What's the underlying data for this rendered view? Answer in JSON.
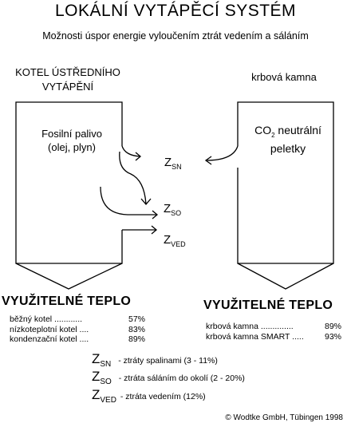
{
  "title": "LOKÁLNÍ VYTÁPĚCÍ SYSTÉM",
  "subtitle": "Možnosti úspor energie vyloučením ztrát vedením a sáláním",
  "left": {
    "header_line1": "KOTEL ÚSTŘEDNÍHO",
    "header_line2": "VYTÁPĚNÍ",
    "fuel_line1": "Fosilní palivo",
    "fuel_line2": "(olej, plyn)",
    "useful_heat": "VYUŽITELNÉ  TEPLO",
    "rows": [
      {
        "label": "běžný kotel  ............",
        "value": "57%"
      },
      {
        "label": "nízkoteplotní kotel ....",
        "value": "83%"
      },
      {
        "label": "kondenzační kotel ....",
        "value": "89%"
      }
    ]
  },
  "right": {
    "header": "krbová kamna",
    "fuel_co": "CO",
    "fuel_sub": "2",
    "fuel_rest": " neutrální",
    "fuel_line2": "peletky",
    "useful_heat": "VYUŽITELNÉ  TEPLO",
    "rows": [
      {
        "label": "krbová kamna  ..............",
        "value": "89%"
      },
      {
        "label": "krbová kamna SMART .....",
        "value": "93%"
      }
    ]
  },
  "losses": [
    {
      "z": "Z",
      "sub": "SN",
      "desc": "-  ztráty spalinami (3 - 11%)"
    },
    {
      "z": "Z",
      "sub": "SO",
      "desc": "-  ztráta sáláním do okolí (2 - 20%)"
    },
    {
      "z": "Z",
      "sub": "VED",
      "desc": "-  ztráta vedením (12%)"
    }
  ],
  "copyright": "© Wodtke GmbH, Tübingen 1998"
}
